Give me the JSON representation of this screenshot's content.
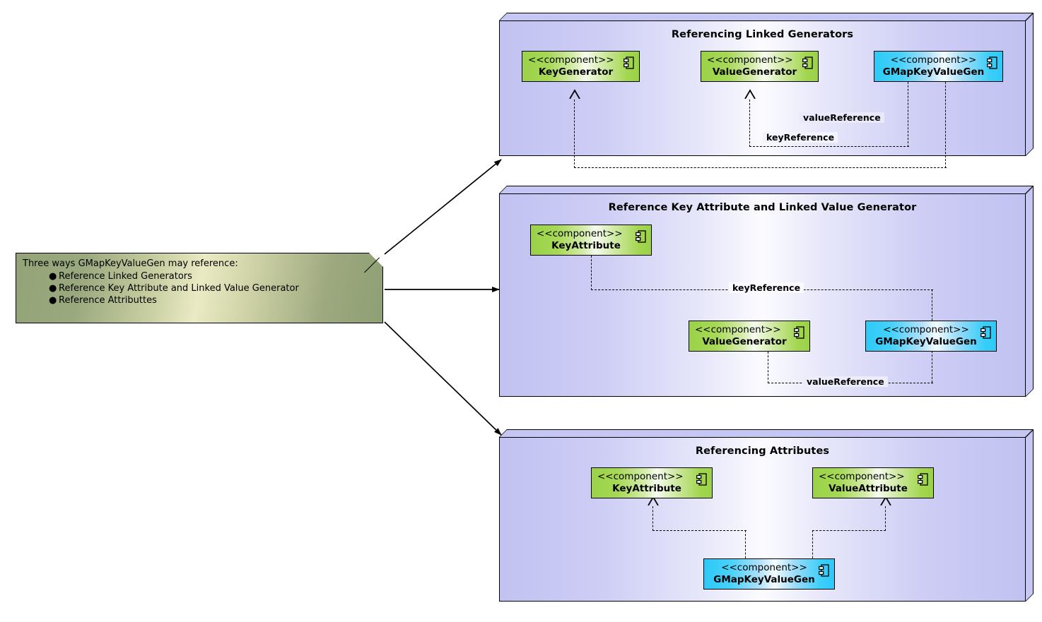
{
  "diagram": {
    "type": "uml-component-diagram",
    "stereotype": "<<component>>",
    "colors": {
      "component_green": "#9bd248",
      "component_cyan": "#2ec9f8",
      "panel_lavender": "#c2c2f2",
      "note_olive": "#93a477",
      "line": "#000000"
    }
  },
  "note": {
    "title": "Three ways GMapKeyValueGen may reference:",
    "bullet": "●",
    "items": [
      "Reference Linked Generators",
      "Reference Key Attribute and Linked Value Generator",
      "Reference Attributtes"
    ]
  },
  "panels": [
    {
      "id": "panel-referencing-linked-generators",
      "title": "Referencing Linked Generators",
      "components": [
        {
          "id": "keygenerator-1",
          "stereotype": "<<component>>",
          "name": "KeyGenerator",
          "color": "green"
        },
        {
          "id": "valuegenerator-1",
          "stereotype": "<<component>>",
          "name": "ValueGenerator",
          "color": "green"
        },
        {
          "id": "gmapkeyvaluegen-1",
          "stereotype": "<<component>>",
          "name": "GMapKeyValueGen",
          "color": "cyan"
        }
      ],
      "edges": [
        {
          "label": "valueReference",
          "from": "gmapkeyvaluegen-1",
          "to": "valuegenerator-1"
        },
        {
          "label": "keyReference",
          "from": "gmapkeyvaluegen-1",
          "to": "keygenerator-1"
        }
      ]
    },
    {
      "id": "panel-reference-key-attribute",
      "title": "Reference Key Attribute and Linked Value Generator",
      "components": [
        {
          "id": "keyattribute-2",
          "stereotype": "<<component>>",
          "name": "KeyAttribute",
          "color": "green"
        },
        {
          "id": "valuegenerator-2",
          "stereotype": "<<component>>",
          "name": "ValueGenerator",
          "color": "green"
        },
        {
          "id": "gmapkeyvaluegen-2",
          "stereotype": "<<component>>",
          "name": "GMapKeyValueGen",
          "color": "cyan"
        }
      ],
      "edges": [
        {
          "label": "keyReference",
          "from": "gmapkeyvaluegen-2",
          "to": "keyattribute-2"
        },
        {
          "label": "valueReference",
          "from": "gmapkeyvaluegen-2",
          "to": "valuegenerator-2"
        }
      ]
    },
    {
      "id": "panel-referencing-attributes",
      "title": "Referencing Attributes",
      "components": [
        {
          "id": "keyattribute-3",
          "stereotype": "<<component>>",
          "name": "KeyAttribute",
          "color": "green"
        },
        {
          "id": "valueattribute-3",
          "stereotype": "<<component>>",
          "name": "ValueAttribute",
          "color": "green"
        },
        {
          "id": "gmapkeyvaluegen-3",
          "stereotype": "<<component>>",
          "name": "GMapKeyValueGen",
          "color": "cyan"
        }
      ],
      "edges": []
    }
  ]
}
